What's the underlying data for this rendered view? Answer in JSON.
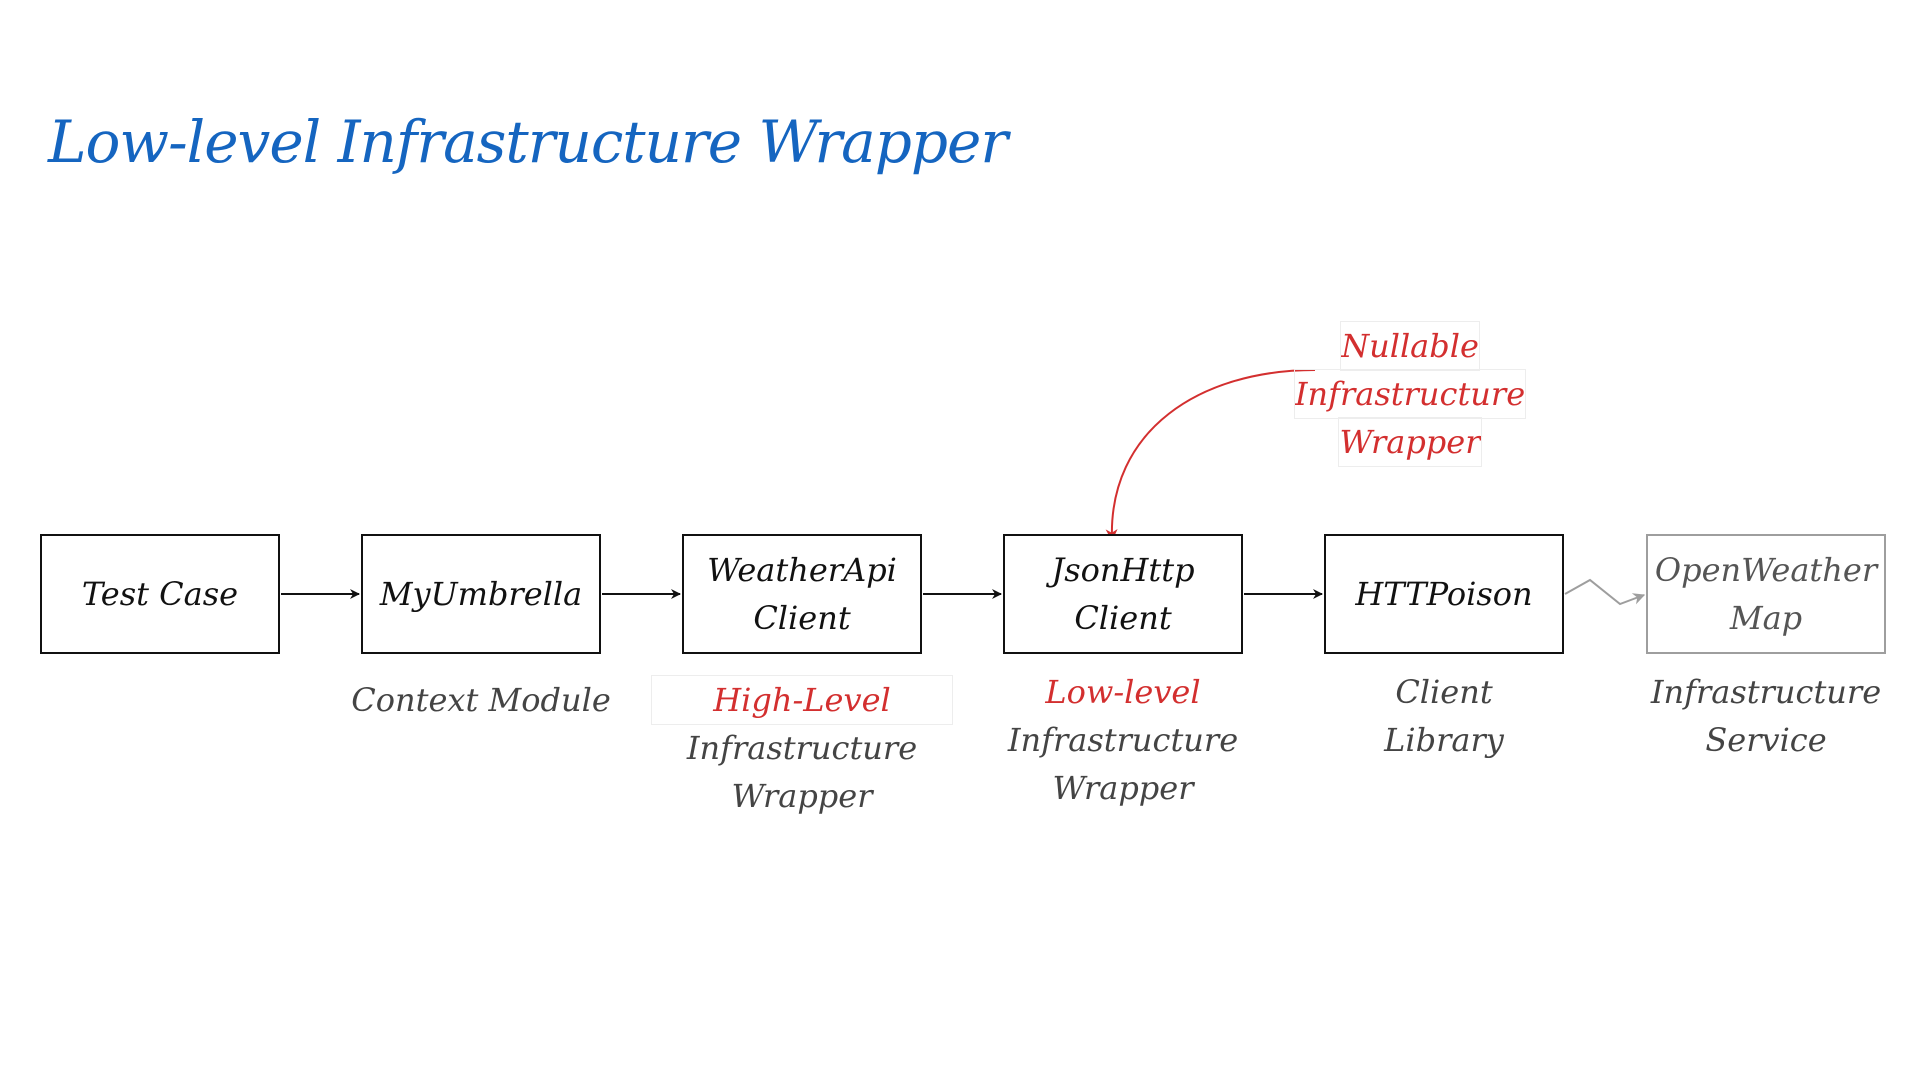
{
  "title": "Low-level Infrastructure Wrapper",
  "nodes": [
    {
      "id": "test-case",
      "lines": [
        "Test Case"
      ],
      "caption": []
    },
    {
      "id": "my-umbrella",
      "lines": [
        "MyUmbrella"
      ],
      "caption": [
        "Context Module"
      ]
    },
    {
      "id": "weather-api-client",
      "lines": [
        "WeatherApi",
        "Client"
      ],
      "caption_highlight": "High-Level",
      "caption": [
        "Infrastructure",
        "Wrapper"
      ]
    },
    {
      "id": "json-http-client",
      "lines": [
        "JsonHttp",
        "Client"
      ],
      "caption_highlight": "Low-level",
      "caption": [
        "Infrastructure",
        "Wrapper"
      ]
    },
    {
      "id": "httpoison",
      "lines": [
        "HTTPoison"
      ],
      "caption": [
        "Client",
        "Library"
      ]
    },
    {
      "id": "openweather-map",
      "lines": [
        "OpenWeather",
        "Map"
      ],
      "caption": [
        "Infrastructure",
        "Service"
      ]
    }
  ],
  "annotation": {
    "lines": [
      "Nullable",
      "Infrastructure",
      "Wrapper"
    ],
    "target": "json-http-client"
  },
  "colors": {
    "title": "#1565c0",
    "highlight": "#d32f2f",
    "line": "#111111",
    "external": "#9e9e9e"
  }
}
